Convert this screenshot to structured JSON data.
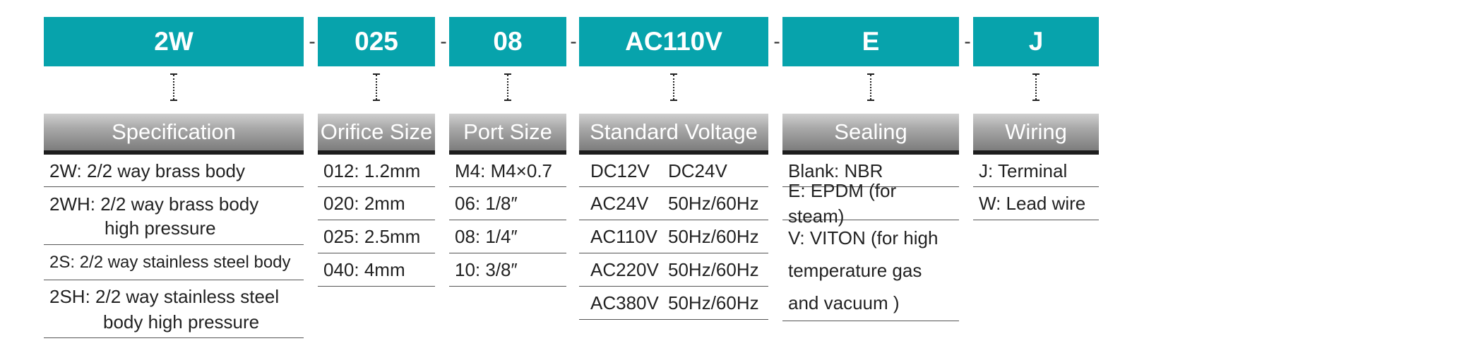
{
  "separator": "-",
  "columns": [
    {
      "code": "2W",
      "header": "Specification",
      "rows": [
        {
          "line1": "2W: 2/2 way brass body"
        },
        {
          "line1": "2WH: 2/2 way brass body",
          "line2": "high pressure"
        },
        {
          "line1": "2S: 2/2 way stainless steel body"
        },
        {
          "line1": "2SH:  2/2 way stainless steel",
          "line2": "body high pressure"
        }
      ]
    },
    {
      "code": "025",
      "header": "Orifice Size",
      "rows": [
        "012: 1.2mm",
        "020: 2mm",
        "025: 2.5mm",
        "040: 4mm"
      ]
    },
    {
      "code": "08",
      "header": "Port Size",
      "rows": [
        "M4: M4×0.7",
        "06: 1/8″",
        "08: 1/4″",
        "10: 3/8″"
      ]
    },
    {
      "code": "AC110V",
      "header": "Standard Voltage",
      "rows": [
        {
          "v": "DC12V",
          "f": "DC24V"
        },
        {
          "v": "AC24V",
          "f": "50Hz/60Hz"
        },
        {
          "v": "AC110V",
          "f": "50Hz/60Hz"
        },
        {
          "v": "AC220V",
          "f": "50Hz/60Hz"
        },
        {
          "v": "AC380V",
          "f": "50Hz/60Hz"
        }
      ]
    },
    {
      "code": "E",
      "header": "Sealing",
      "rows": [
        {
          "line1": "Blank: NBR"
        },
        {
          "line1": "E: EPDM (for steam)"
        },
        {
          "line1": "V:  VITON (for high",
          "line2": "temperature gas",
          "line3": "and vacuum )"
        }
      ]
    },
    {
      "code": "J",
      "header": "Wiring",
      "rows": [
        "J: Terminal",
        "W: Lead wire"
      ]
    }
  ]
}
